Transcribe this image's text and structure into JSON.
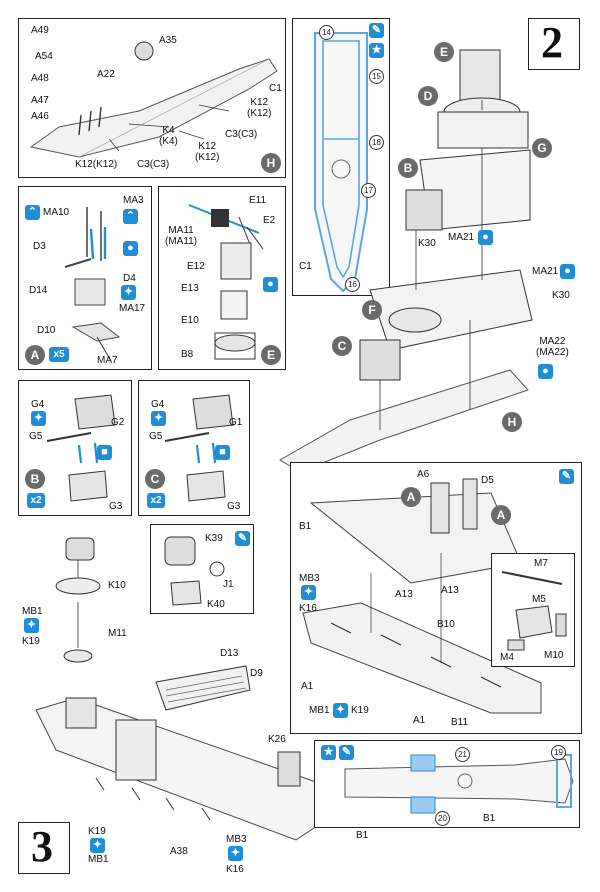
{
  "step_numbers": {
    "top": "2",
    "bottom": "3"
  },
  "panel_H": {
    "labels": [
      "A49",
      "A35",
      "A54",
      "A48",
      "A22",
      "C1",
      "A47",
      "A46",
      "K12\n(K12)",
      "K4\n(K4)",
      "C3(C3)",
      "K12(K12)",
      "C3(C3)",
      "K12\n(K12)"
    ],
    "badge": "H"
  },
  "panel_deck": {
    "numbers": [
      "14",
      "15",
      "18",
      "17",
      "16"
    ],
    "label_C1": "C1"
  },
  "panel_A": {
    "labels": [
      "MA10",
      "MA3",
      "D3",
      "D14",
      "D4",
      "MA17",
      "D10",
      "MA7"
    ],
    "badge": "A",
    "multiplier": "x5"
  },
  "panel_E": {
    "labels": [
      "E11",
      "E2",
      "MA11\n(MA11)",
      "E12",
      "E13",
      "E10",
      "B8"
    ],
    "badge": "E"
  },
  "panel_B": {
    "labels": [
      "G4",
      "G2",
      "G5",
      "G3"
    ],
    "badge": "B",
    "multiplier": "x2"
  },
  "panel_C": {
    "labels": [
      "G4",
      "G1",
      "G5",
      "G3"
    ],
    "badge": "C",
    "multiplier": "x2"
  },
  "main_2": {
    "labels": [
      "E",
      "D",
      "G",
      "B",
      "K30",
      "MA21",
      "MA21",
      "K30",
      "F",
      "MA22\n(MA22)",
      "C",
      "H"
    ]
  },
  "detail_K": {
    "labels": [
      "K39",
      "J1",
      "K40"
    ]
  },
  "step3_left": {
    "labels": [
      "K10",
      "MB1",
      "K19",
      "M11",
      "D13",
      "D9",
      "K26",
      "K19",
      "MB1",
      "A38",
      "MB3",
      "K16",
      "B1"
    ]
  },
  "panel_B1": {
    "labels": [
      "A6",
      "D5",
      "A",
      "A",
      "B1",
      "MB3",
      "K16",
      "A13",
      "A13",
      "B10",
      "A1",
      "MB1",
      "K19",
      "A1",
      "B11"
    ]
  },
  "detail_M": {
    "labels": [
      "M7",
      "M5",
      "M4",
      "M10"
    ]
  },
  "panel_bottom": {
    "numbers": [
      "21",
      "19",
      "20"
    ],
    "label_B1": "B1"
  },
  "colors": {
    "accent": "#1e8ed6",
    "highlight": "#5aa8e0",
    "badge_gray": "#6a6a6a"
  }
}
